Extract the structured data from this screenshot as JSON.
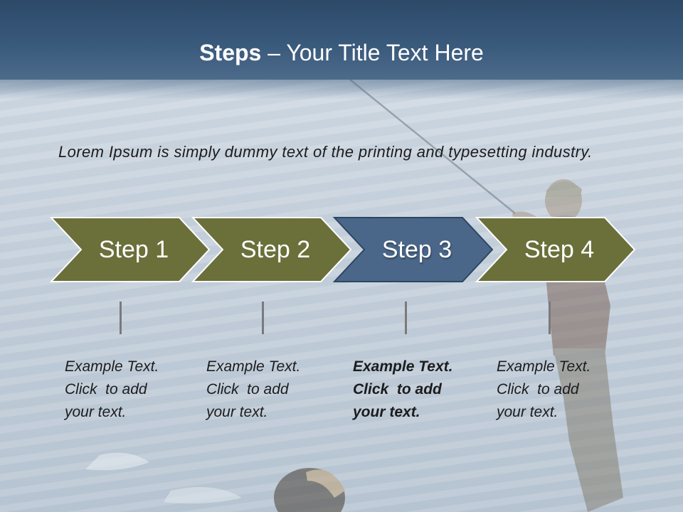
{
  "slide": {
    "title_bold": "Steps",
    "title_rest": " – Your Title Text Here",
    "intro": "Lorem Ipsum is simply dummy text of the printing and typesetting industry."
  },
  "steps": [
    {
      "label": "Step 1",
      "active": false,
      "text": [
        "Example Text.",
        "Click  to add",
        "your text."
      ]
    },
    {
      "label": "Step 2",
      "active": false,
      "text": [
        "Example Text.",
        "Click  to add",
        "your text."
      ]
    },
    {
      "label": "Step 3",
      "active": true,
      "text": [
        "Example Text.",
        "Click  to add",
        "your text."
      ]
    },
    {
      "label": "Step 4",
      "active": false,
      "text": [
        "Example Text.",
        "Click  to add",
        "your text."
      ]
    }
  ],
  "colors": {
    "header": "#34526f",
    "step_olive": "#6b6f3a",
    "step_active": "#4a6789",
    "step_border": "#ffffff"
  }
}
